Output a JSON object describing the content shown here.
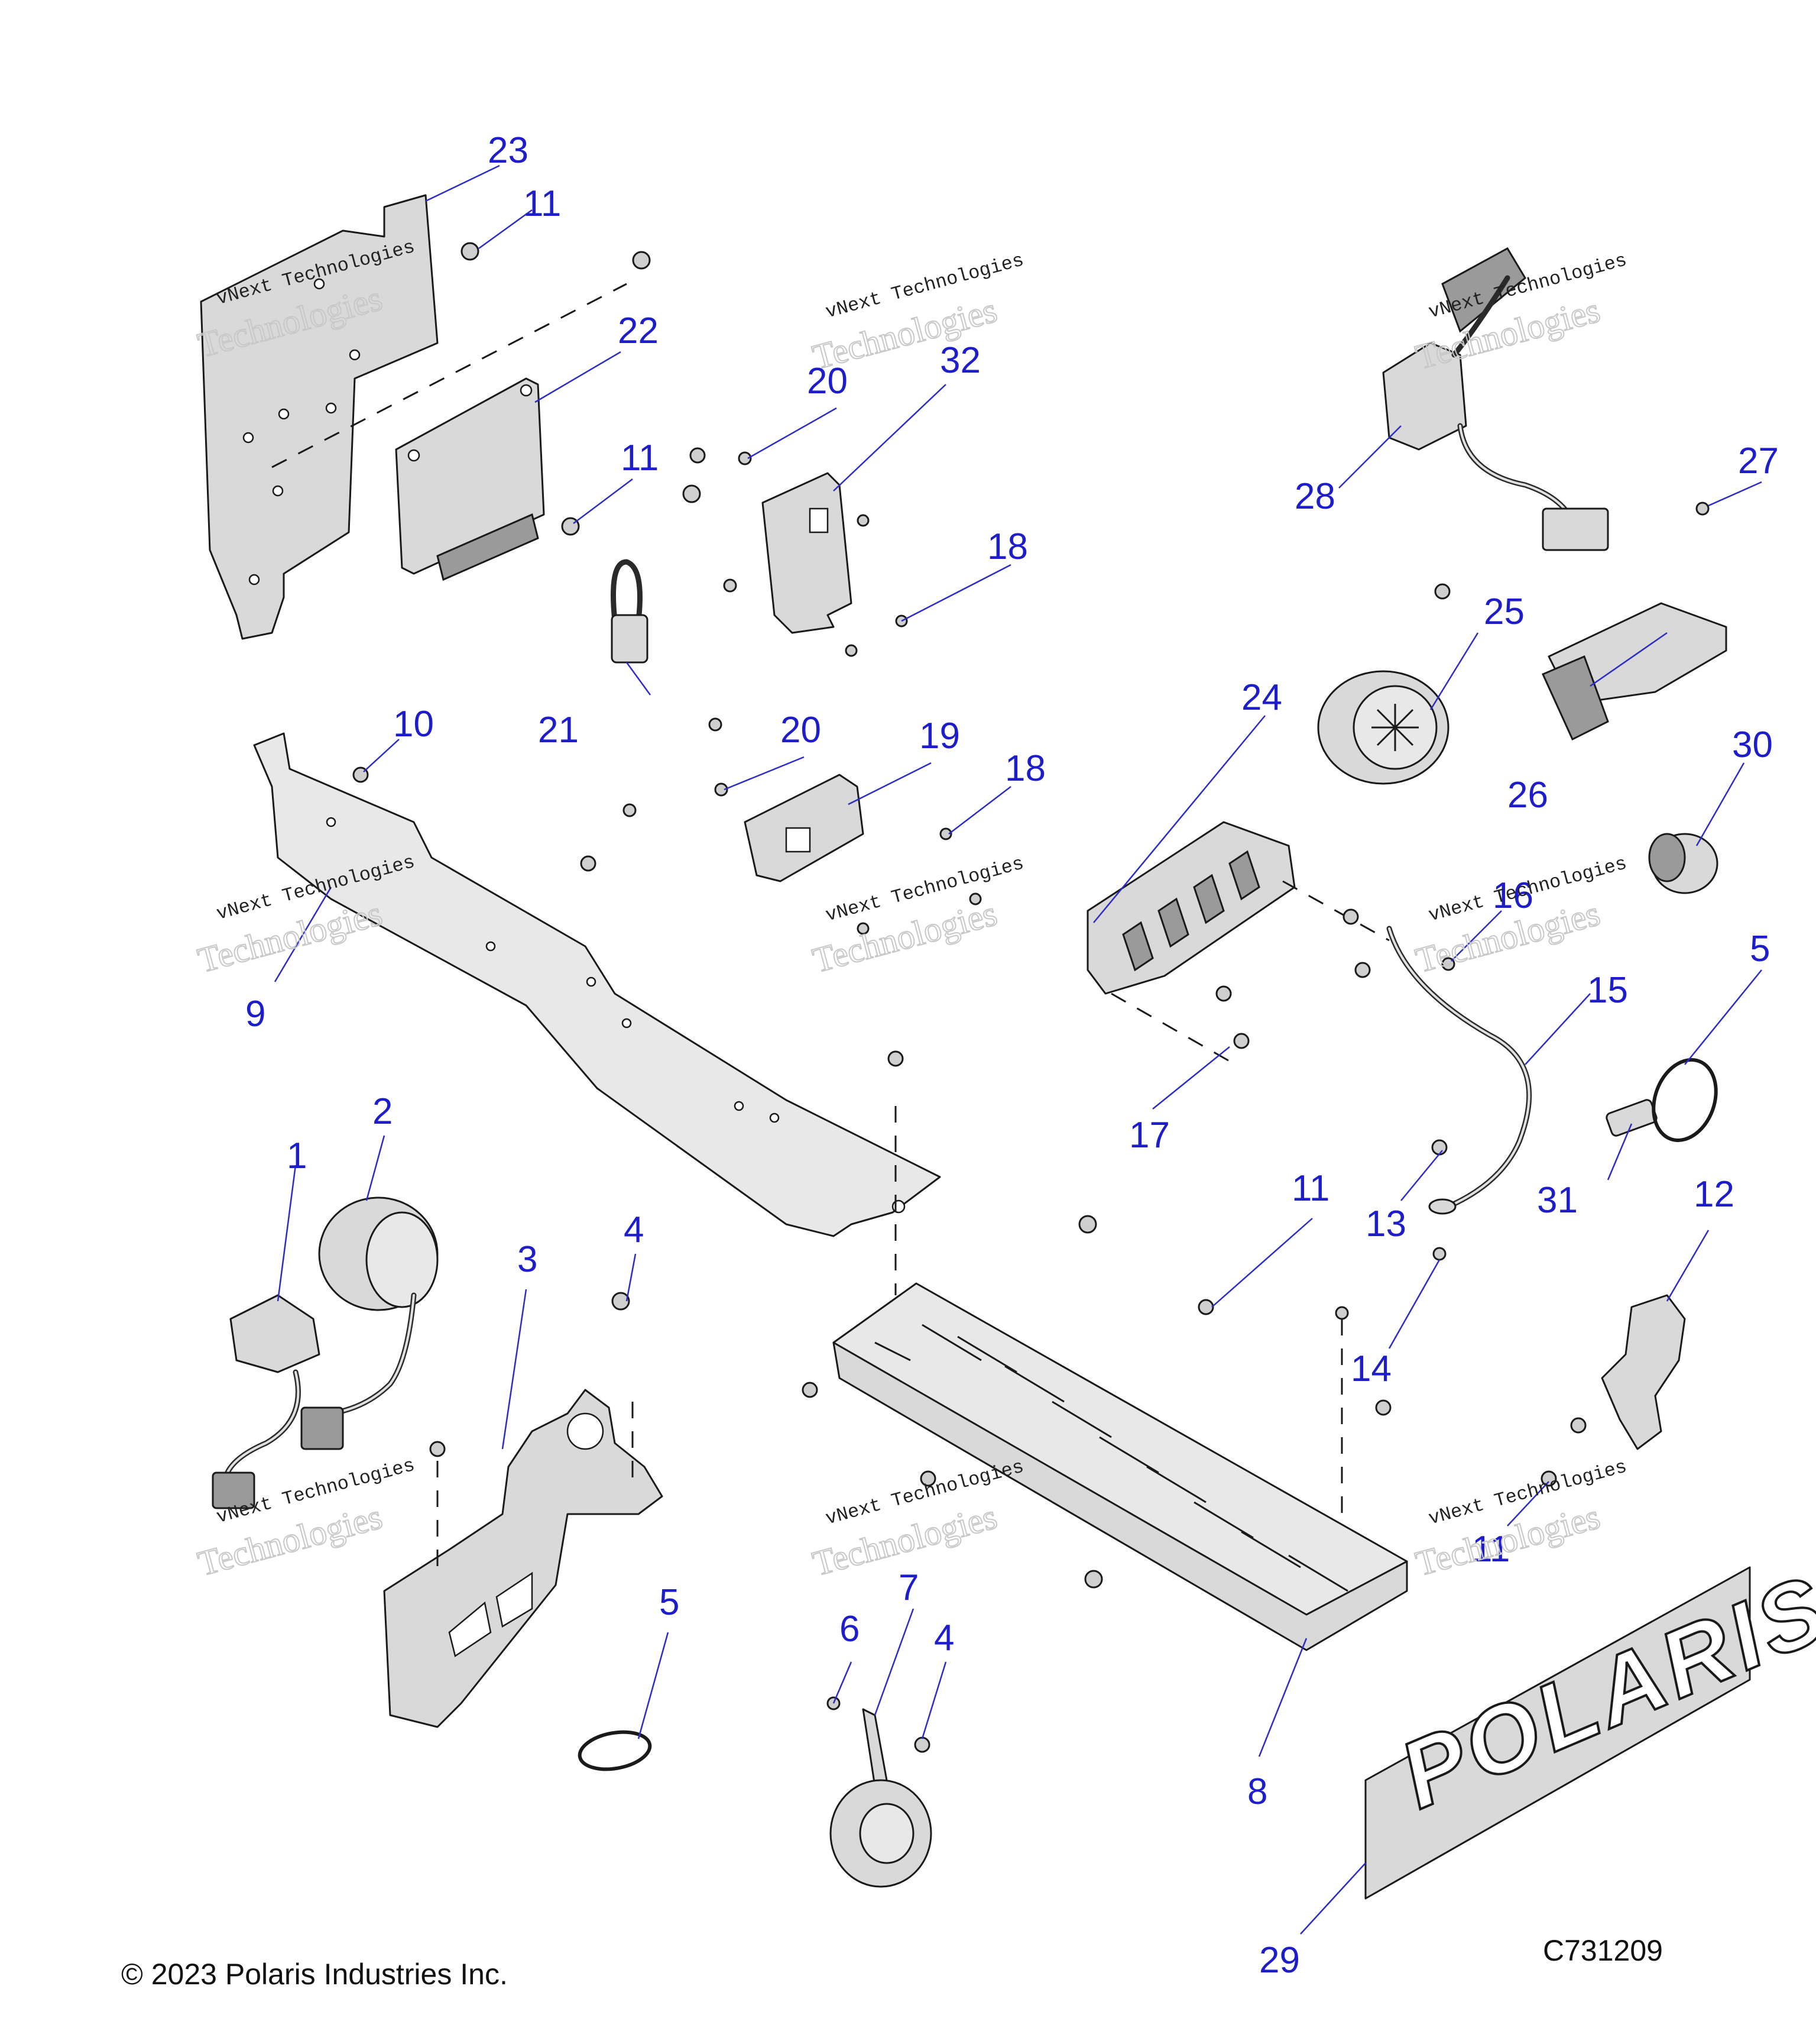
{
  "diagram_id": "C731209",
  "copyright": "© 2023 Polaris Industries Inc.",
  "logo_text": "POLARIS",
  "watermark": {
    "line1": "vNext Technologies",
    "line2": "Technologies"
  },
  "callouts": {
    "c1": "1",
    "c2": "2",
    "c3": "3",
    "c4a": "4",
    "c4b": "4",
    "c5a": "5",
    "c5b": "5",
    "c6": "6",
    "c7": "7",
    "c8": "8",
    "c9": "9",
    "c10": "10",
    "c11a": "11",
    "c11b": "11",
    "c11c": "11",
    "c11d": "11",
    "c12": "12",
    "c13": "13",
    "c14": "14",
    "c15": "15",
    "c16": "16",
    "c17": "17",
    "c18a": "18",
    "c18b": "18",
    "c19": "19",
    "c20a": "20",
    "c20b": "20",
    "c21": "21",
    "c22": "22",
    "c23": "23",
    "c24": "24",
    "c25": "25",
    "c26": "26",
    "c27": "27",
    "c28": "28",
    "c29": "29",
    "c30": "30",
    "c31": "31",
    "c32": "32"
  },
  "colors": {
    "callout": "#1d1dcc",
    "leader": "#2b2bc8",
    "line": "#1a1a1a",
    "part_fill": "#d9d9d9"
  }
}
